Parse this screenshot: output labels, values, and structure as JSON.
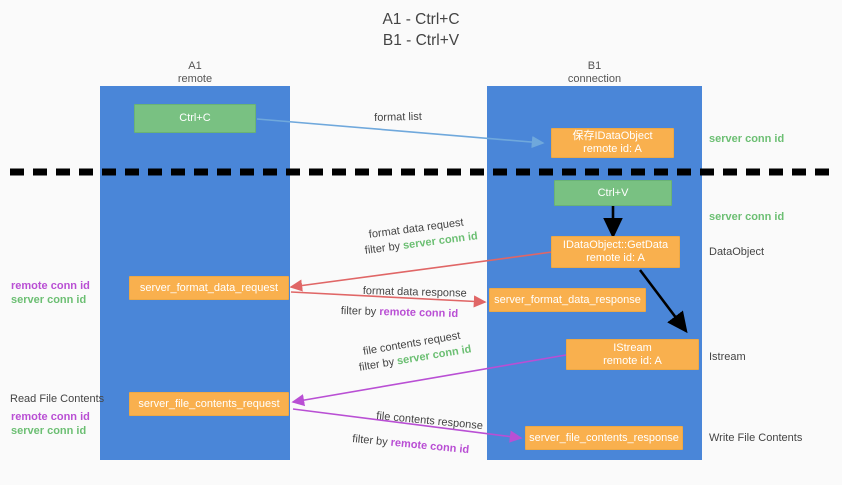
{
  "title": {
    "line1": "A1 - Ctrl+C",
    "line2": "B1 - Ctrl+V"
  },
  "columns": [
    {
      "name": "A1",
      "sub": "remote"
    },
    {
      "name": "B1",
      "sub": "connection"
    }
  ],
  "colors": {
    "lane": "#4a86d8",
    "green_box": "#79c182",
    "orange_box": "#f9b04e",
    "server_conn": "#6cbf73",
    "remote_conn": "#b94fd4",
    "arrow_blue": "#6fa8dc",
    "arrow_red": "#e06666",
    "arrow_purple": "#b94fd4",
    "arrow_black": "#000000",
    "divider": "#000000",
    "background": "#fafafa"
  },
  "boxes": {
    "ctrl_c": {
      "label": "Ctrl+C"
    },
    "ctrl_v": {
      "label": "Ctrl+V"
    },
    "save_idataobject": {
      "line1": "保存IDataObject",
      "line2": "remote id: A"
    },
    "getdata": {
      "line1": "IDataObject::GetData",
      "line2": "remote id: A"
    },
    "istream": {
      "line1": "IStream",
      "line2": "remote id: A"
    },
    "server_format_data_request": {
      "label": "server_format_data_request"
    },
    "server_format_data_response": {
      "label": "server_format_data_response"
    },
    "server_file_contents_request": {
      "label": "server_file_contents_request"
    },
    "server_file_contents_response": {
      "label": "server_file_contents_response"
    }
  },
  "right_labels": {
    "server_conn_id_top": "server conn id",
    "server_conn_id_mid": "server conn id",
    "dataobject": "DataObject",
    "istream": "Istream",
    "write_file_contents": "Write File Contents"
  },
  "left_labels": {
    "remote_conn_id_mid": "remote conn id",
    "server_conn_id_mid": "server conn id",
    "read_file_contents": "Read File Contents",
    "remote_conn_id_low": "remote conn id",
    "server_conn_id_low": "server conn id"
  },
  "edge_labels": {
    "format_list": "format list",
    "format_data_request": "format data request",
    "format_data_request_filter_prefix": "filter by ",
    "format_data_request_filter_value": "server conn id",
    "format_data_response": "format data response",
    "format_data_response_filter_prefix": "filter by ",
    "format_data_response_filter_value": "remote conn id",
    "file_contents_request": "file contents request",
    "file_contents_request_filter_prefix": "filter by ",
    "file_contents_request_filter_value": "server conn id",
    "file_contents_response": "file contents response",
    "file_contents_response_filter_prefix": "filter by ",
    "file_contents_response_filter_value": "remote conn id"
  }
}
